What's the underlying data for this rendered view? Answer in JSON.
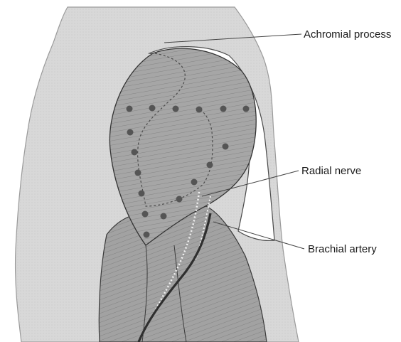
{
  "labels": {
    "acromion": "Achromial process",
    "radial_nerve": "Radial nerve",
    "brachial_artery": "Brachial artery"
  },
  "colors": {
    "skin": "#d6d6d6",
    "muscle": "#9e9e9e",
    "dots": "#555555",
    "artery": "#333333",
    "outline": "#3a3a3a"
  }
}
